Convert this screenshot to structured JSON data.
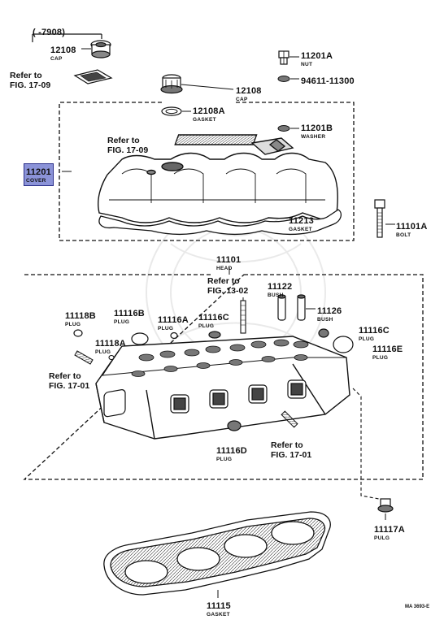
{
  "diagram": {
    "range_note": "(      -7908)",
    "figure_code": "MA 3693-E",
    "highlight_color": "#8b93d8",
    "parts": {
      "cap_inset": {
        "number": "12108",
        "name": "CAP"
      },
      "cap": {
        "number": "12108",
        "name": "CAP"
      },
      "cap_gasket": {
        "number": "12108A",
        "name": "GASKET"
      },
      "nut": {
        "number": "11201A",
        "name": "NUT"
      },
      "nut_seal": {
        "number": "94611-11300"
      },
      "washer": {
        "number": "11201B",
        "name": "WASHER"
      },
      "cover": {
        "number": "11201",
        "name": "COVER"
      },
      "cover_gasket": {
        "number": "11213",
        "name": "GASKET"
      },
      "bolt": {
        "number": "11101A",
        "name": "BOLT"
      },
      "head": {
        "number": "11101",
        "name": "HEAD"
      },
      "bush_1": {
        "number": "11122",
        "name": "BUSH"
      },
      "bush_2": {
        "number": "11126",
        "name": "BUSH"
      },
      "plug_118b": {
        "number": "11118B",
        "name": "PLUG"
      },
      "plug_116b": {
        "number": "11116B",
        "name": "PLUG"
      },
      "plug_116a": {
        "number": "11116A",
        "name": "PLUG"
      },
      "plug_116c_left": {
        "number": "11116C",
        "name": "PLUG"
      },
      "plug_118a": {
        "number": "11118A",
        "name": "PLUG"
      },
      "plug_116c_right": {
        "number": "11116C",
        "name": "PLUG"
      },
      "plug_116e": {
        "number": "11116E",
        "name": "PLUG"
      },
      "plug_116d": {
        "number": "11116D",
        "name": "PLUG"
      },
      "plug_117a": {
        "number": "11117A",
        "name": "PULG"
      },
      "head_gasket": {
        "number": "11115",
        "name": "GASKET"
      }
    },
    "refs": {
      "fig1709_top_l1": "Refer to",
      "fig1709_top_l2": "FIG. 17-09",
      "fig1709_mid_l1": "Refer to",
      "fig1709_mid_l2": "FIG. 17-09",
      "fig1302_l1": "Refer to",
      "fig1302_l2": "FIG. 13-02",
      "fig1701_left_l1": "Refer to",
      "fig1701_left_l2": "FIG. 17-01",
      "fig1701_bot_l1": "Refer to",
      "fig1701_bot_l2": "FIG. 17-01"
    }
  }
}
